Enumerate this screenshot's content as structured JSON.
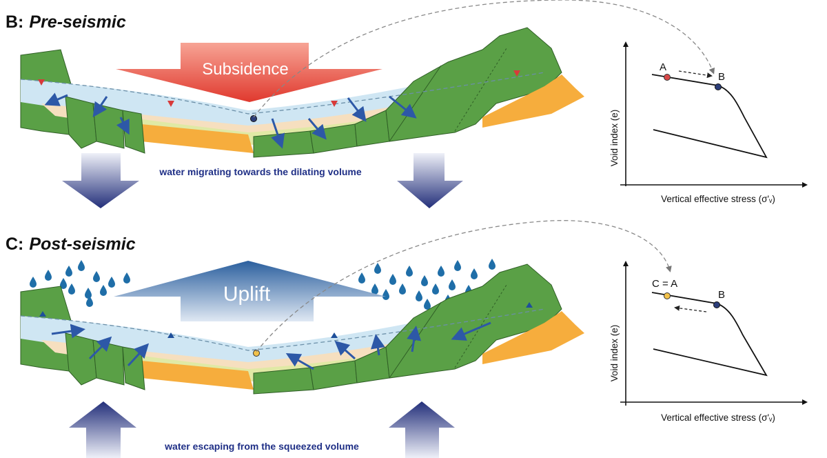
{
  "panel_b": {
    "letter": "B:",
    "title": "Pre-seismic",
    "arrow_label": "Subsidence",
    "caption": "water migrating towards the dilating volume",
    "graph": {
      "y_axis_label": "Void index (e)",
      "x_axis_label": "Vertical effective stress (σ'ᵥ)",
      "point_a_label": "A",
      "point_b_label": "B"
    }
  },
  "panel_c": {
    "letter": "C:",
    "title": "Post-seismic",
    "arrow_label": "Uplift",
    "caption": "water escaping from the squeezed volume",
    "graph": {
      "y_axis_label": "Void index (e)",
      "x_axis_label": "Vertical effective stress (σ'ᵥ)",
      "point_a_label": "C = A",
      "point_b_label": "B"
    }
  },
  "colors": {
    "rock_green": "#5aa046",
    "sediment_orange": "#f6ad3d",
    "water_blue": "#cfe6f3",
    "subsidence_red": "#e0463a",
    "uplift_blue": "#3a6fa8",
    "flow_arrow": "#2d58a7",
    "point_a_red": "#d84848",
    "point_b_navy": "#2c3e7a",
    "point_c_yellow": "#f3c24a"
  },
  "icons": [
    "subsidence-arrow-icon",
    "uplift-arrow-icon",
    "water-table-marker-icon",
    "rain-drop-icon",
    "flow-arrow-icon"
  ]
}
